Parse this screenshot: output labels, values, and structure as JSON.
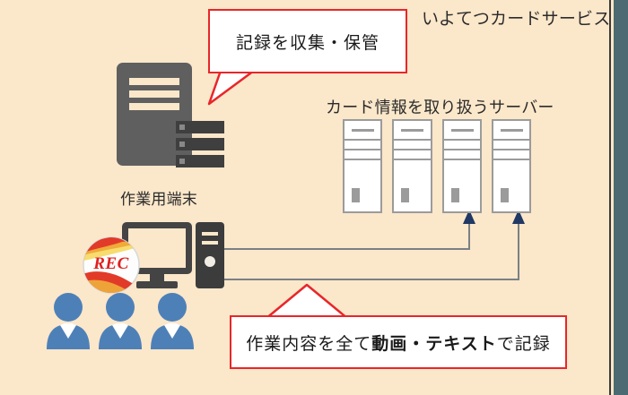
{
  "diagram": {
    "background_color": "#FBE7CA",
    "brand_label": "いよてつカードサービス",
    "servers_label": "カード情報を取り扱うサーバー",
    "terminal_label": "作業用端末",
    "bubbles": {
      "top": {
        "text": "記録を収集・保管",
        "border_color": "#E8262A",
        "fill_color": "#FFFFFF"
      },
      "bottom": {
        "text_prefix": "作業内容を全て",
        "text_emphasis": "動画・テキスト",
        "text_suffix": "で記録",
        "border_color": "#E8262A",
        "fill_color": "#FFFFFF"
      }
    },
    "rec_badge": {
      "label": "REC",
      "text_color": "#E02020"
    },
    "servers": {
      "count": 4,
      "fill_color": "#FFFFFF",
      "border_color": "#9B9B9B"
    },
    "main_server": {
      "body_color": "#5F5F5F",
      "rack_color": "#3F3F3F",
      "bar_count": 3,
      "rack_count": 3
    },
    "workstation": {
      "monitor_color": "#444444",
      "screen_color": "#FBE7CA",
      "tower_color": "#3C3C3C"
    },
    "people": {
      "count": 3,
      "color": "#4E80B8",
      "collar_color": "#FFFFFF"
    },
    "connectors": {
      "line_color": "#7A8086",
      "arrow_color": "#1F3864",
      "count": 2
    },
    "edge": {
      "hairline_color": "#3A3A3A",
      "band_color": "#4C6A72"
    }
  }
}
